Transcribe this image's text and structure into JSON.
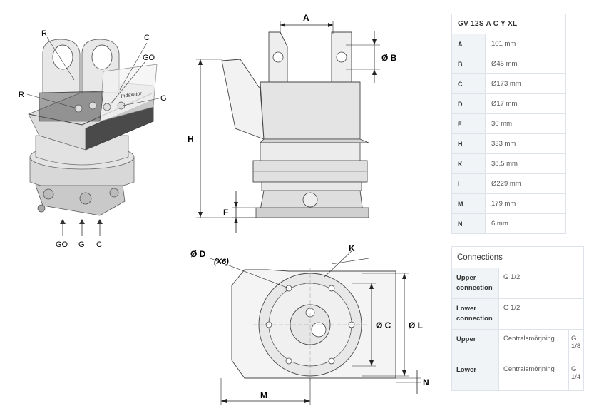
{
  "iso_labels": {
    "r_top": "R",
    "c": "C",
    "go_top": "GO",
    "r_left": "R",
    "g_right": "G",
    "go_bottom": "GO",
    "g_bottom": "G",
    "c_bottom": "C",
    "brand": "Indexator"
  },
  "side_view": {
    "a": "A",
    "b": "Ø B",
    "h": "H",
    "f": "F"
  },
  "top_view": {
    "d": "Ø D",
    "x6": "(X6)",
    "k": "K",
    "c": "Ø C",
    "l": "Ø L",
    "m": "M",
    "n": "N"
  },
  "spec_table": {
    "title": "GV 12S A C Y XL",
    "rows": [
      {
        "key": "A",
        "value": "101 mm"
      },
      {
        "key": "B",
        "value": "Ø45 mm"
      },
      {
        "key": "C",
        "value": "Ø173 mm"
      },
      {
        "key": "D",
        "value": "Ø17 mm"
      },
      {
        "key": "F",
        "value": "30 mm"
      },
      {
        "key": "H",
        "value": "333 mm"
      },
      {
        "key": "K",
        "value": "38,5 mm"
      },
      {
        "key": "L",
        "value": "Ø229 mm"
      },
      {
        "key": "M",
        "value": "179 mm"
      },
      {
        "key": "N",
        "value": "6 mm"
      }
    ]
  },
  "connections_table": {
    "title": "Connections",
    "rows": [
      {
        "key": "Upper connection",
        "value": "G 1/2",
        "extra": ""
      },
      {
        "key": "Lower connection",
        "value": "G 1/2",
        "extra": ""
      },
      {
        "key": "Upper",
        "value": "Centralsmörjning",
        "extra": "G 1/8"
      },
      {
        "key": "Lower",
        "value": "Centralsmörjning",
        "extra": "G 1/4"
      }
    ]
  }
}
